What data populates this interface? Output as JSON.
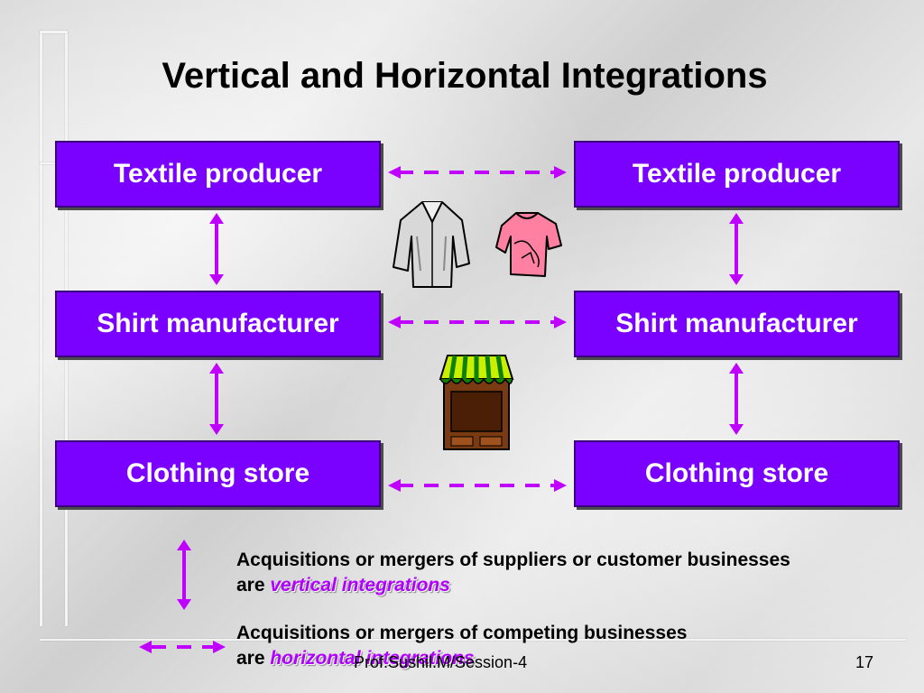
{
  "title": "Vertical and Horizontal Integrations",
  "left_column": {
    "top": "Textile producer",
    "middle": "Shirt manufacturer",
    "bottom": "Clothing store"
  },
  "right_column": {
    "top": "Textile producer",
    "middle": "Shirt manufacturer",
    "bottom": "Clothing store"
  },
  "legend": {
    "vertical_text": "Acquisitions or mergers of suppliers or customer businesses are",
    "vertical_term": "vertical integrations",
    "horizontal_text": "Acquisitions or mergers of competing businesses are",
    "horizontal_term": "horizontal integrations"
  },
  "footer": {
    "author": "Prof.Sushil.M/Session-4",
    "page": "17"
  },
  "colors": {
    "box": "#7a00ff",
    "arrow": "#c000ff",
    "term": "#b000ff"
  },
  "icons": [
    "shirt-icon",
    "tshirt-icon",
    "store-icon"
  ]
}
